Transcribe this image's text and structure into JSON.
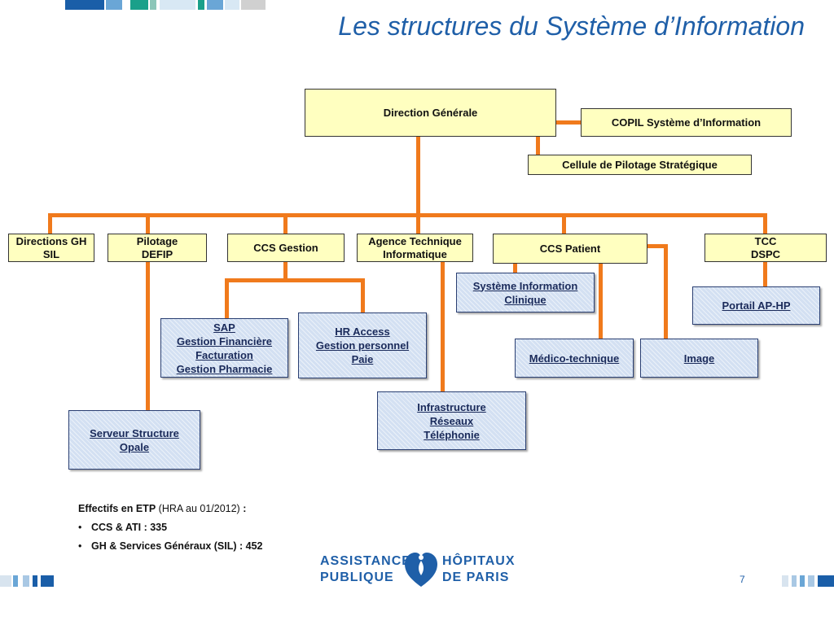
{
  "title": "Les structures du Système d’Information",
  "boxes": {
    "direction_generale": "Direction Générale",
    "copil": "COPIL Système d’Information",
    "cellule": "Cellule de Pilotage Stratégique",
    "directions_gh": [
      "Directions GH",
      "SIL"
    ],
    "pilotage": [
      "Pilotage",
      "DEFIP"
    ],
    "ccs_gestion": "CCS Gestion",
    "agence": [
      "Agence Technique",
      "Informatique"
    ],
    "ccs_patient": "CCS Patient",
    "tcc": [
      "TCC",
      "DSPC"
    ],
    "sap": [
      "SAP",
      "Gestion Financière",
      "Facturation",
      "Gestion Pharmacie"
    ],
    "hr_access": [
      "HR Access",
      "Gestion personnel",
      "Paie"
    ],
    "systeme_clinique": [
      "Système Information",
      "Clinique"
    ],
    "portail": "Portail AP-HP",
    "medico": "Médico-technique",
    "image": "Image",
    "infrastructure": [
      "Infrastructure",
      "Réseaux",
      "Téléphonie"
    ],
    "serveur": [
      "Serveur Structure",
      "Opale"
    ]
  },
  "notes": {
    "heading_bold": "Effectifs en ETP",
    "heading_paren": "(HRA au 01/2012)",
    "heading_colon": ":",
    "items": [
      "CCS & ATI : 335",
      "GH & Services Généraux (SIL) : 452"
    ]
  },
  "logo": {
    "left_top": "ASSISTANCE",
    "left_bottom": "PUBLIQUE",
    "right_top": "HÔPITAUX",
    "right_bottom": "DE PARIS"
  },
  "page_number": "7",
  "colors": {
    "title": "#1f5fa8",
    "connector": "#f07a1c",
    "yellow_box": "#ffffc0",
    "blue_box": "#d3e0f2"
  }
}
